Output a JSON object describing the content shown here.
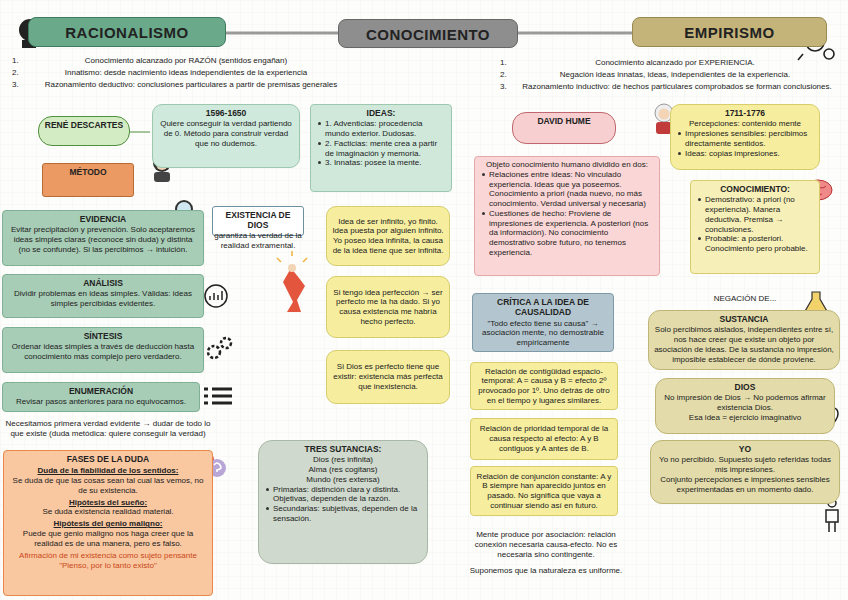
{
  "diagram": {
    "title": "CONOCIMIENTO",
    "nodes": [
      {
        "text": [
          "RACIONALISMO"
        ]
      },
      {
        "text": [
          "CONOCIMIENTO"
        ]
      },
      {
        "text": [
          "EMPIRISMO"
        ]
      },
      {
        "text": [
          "RENÉ DESCARTES"
        ]
      },
      {
        "text": [
          "1596-1650",
          "Quiere conseguir la verdad partiendo de 0. Método para construir verdad que no dudemos."
        ]
      },
      {
        "text": [
          "MÉTODO"
        ]
      },
      {
        "text": [
          "EVIDENCIA",
          "Evitar precipitación y prevención. Solo aceptaremos ideas simples claras (reconoce sin duda) y distinta (no se confunde). Si las percibimos → intuición."
        ]
      },
      {
        "text": [
          "ANÁLISIS",
          "Dividir problemas en ideas simples. Válidas: ideas simples percibidas evidentes."
        ]
      },
      {
        "text": [
          "SÍNTESIS",
          "Ordenar ideas simples a través de deducción hasta conocimiento más complejo pero verdadero."
        ]
      },
      {
        "text": [
          "ENUMERACIÓN",
          "Revisar pasos anteriores para no equivocarnos."
        ]
      },
      {
        "text": [
          "FASES DE LA DUDA",
          "Duda de la fiabilidad de los sentidos:",
          "Se duda de que las cosas sean tal cual las vemos, no de su existencia.",
          "Hipótesis del sueño:",
          "Se duda existencia realidad material.",
          "Hipótesis del genio maligno:",
          "Puede que genio maligno nos haga creer que la realidad es de una manera, pero es falso.",
          "Afirmación de mi existencia como sujeto pensante \"Pienso, por lo tanto existo\""
        ]
      },
      {
        "text": [
          "IDEAS:",
          "1. Adventicias: procedencia mundo exterior. Dudosas.",
          "2. Facticias: mente crea a partir de imaginación y memoria.",
          "3. Innatas: posee la mente."
        ]
      },
      {
        "text": [
          "EXISTENCIA DE DIOS"
        ]
      },
      {
        "text": [
          "Idea de ser infinito, yo finito. Idea puesta por alguien infinito. Yo poseo idea infinita, la causa de la idea tiene que ser infinita."
        ]
      },
      {
        "text": [
          "Si tengo idea perfección → ser perfecto me la ha dado. Si yo causa existencia me habría hecho perfecto."
        ]
      },
      {
        "text": [
          "Si Dios es perfecto tiene que existir: existencia más perfecta que inexistencia."
        ]
      },
      {
        "text": [
          "TRES SUTANCIAS:",
          "Dios (res infinita)",
          "Alma (res cogitans)",
          "Mundo (res extensa)",
          "Primarias: distinción clara y distinta. Objetivas, dependen de la razón.",
          "Secundarias: subjetivas, dependen de la sensación."
        ]
      },
      {
        "text": [
          "DAVID HUME"
        ]
      },
      {
        "text": [
          "1711-1776",
          "Percepciones: contenido mente",
          "Impresiones sensibles: percibimos directamente sentidos.",
          "Ideas: copias impresiones."
        ]
      },
      {
        "text": [
          "Objeto conocimiento humano dividido en dos:",
          "Relaciones entre ideas: No vinculado experiencia. Ideas que ya poseemos. Conocimiento a priori (nada nuevo, no más conocimiento. Verdad universal y necesaria)",
          "Cuestiones de hecho: Proviene de impresiones de experiencia. A posteriori (nos da información). No conocimiento demostrativo sobre futuro, no tenemos experiencia."
        ]
      },
      {
        "text": [
          "CONOCIMIENTO:",
          "Demostrativo: a priori (no experiencia). Manera deductiva. Premisa → conclusiones.",
          "Probable: a posteriori. Conocimiento pero probable."
        ]
      },
      {
        "text": [
          "CRÍTICA A LA IDEA DE CAUSALIDAD",
          "\"Todo efecto tiene su causa\" → asociación mente, no demostrable empíricamente"
        ]
      },
      {
        "text": [
          "Relación de contigüidad espacio-temporal: A = causa y B = efecto 2º provocado por 1º. Uno detrás de otro en el tiempo y lugares similares."
        ]
      },
      {
        "text": [
          "Relación de prioridad temporal de la causa respecto al efecto: A y B contiguos y A antes de B."
        ]
      },
      {
        "text": [
          "Relación de conjunción constante: A y B siempre han aparecido juntos en pasado. No significa que vaya a continuar siendo así en futuro."
        ]
      },
      {
        "text": [
          "SUSTANCIA",
          "Solo percibimos aislados, independientes entre sí, nos hace creer que existe un objeto por asociación de ideas. De la sustancia no impresión, imposible establecer de dónde proviene."
        ]
      },
      {
        "text": [
          "DIOS",
          "No impresión de Dios → No podemos afirmar existencia Dios.",
          "Esa idea = ejercicio imaginativo"
        ]
      },
      {
        "text": [
          "YO",
          "Yo no percibido. Supuesto sujeto referidas todas mis impresiones.",
          "Conjunto percepciones e impresiones sensibles experimentadas en un momento dado."
        ]
      }
    ],
    "labels": [
      "1.",
      "Conocimiento alcanzado por RAZÓN (sentidos engañan)",
      "2.",
      "Innatismo: desde nacimiento ideas independientes de la experiencia",
      "3.",
      "Razonamiento deductivo: conclusiones particulares a partir de premisas generales",
      "1.",
      "Conocimiento alcanzado por EXPERIENCIA.",
      "2.",
      "Negación ideas innatas, ideas, independientes de la experiencia.",
      "3.",
      "Razonamiento inductivo: de hechos particulares comprobados se forman conclusiones.",
      "garantiza la verdad de la realidad extramental.",
      "Necesitamos primera verdad evidente → dudar de todo lo que existe (duda metódica: quiere conseguir la verdad)",
      "Mente produce por asociación: relación conexión necesaria causa-efecto. No es necesaria sino contingente.",
      "Suponemos que la naturaleza es uniforme.",
      "NEGACIÓN DE..."
    ]
  }
}
